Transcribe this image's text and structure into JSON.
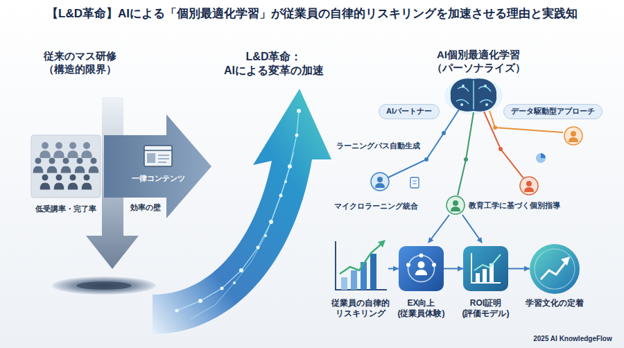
{
  "diagram": {
    "title": "【L&D革命】AIによる「個別最適化学習」が従業員の自律的リスキリングを加速させる理由と実践知",
    "nodes": [
      {
        "text": [
          "低受講率・完了率"
        ]
      },
      {
        "text": [
          "一律コンテンツ",
          "効率の壁"
        ]
      },
      {
        "text": [
          "AIパートナー"
        ]
      },
      {
        "text": [
          "データ駆動型アプローチ"
        ]
      },
      {
        "text": [
          "従業員の自律的 リスキリング"
        ]
      },
      {
        "text": [
          "EX向上 (従業員体験)"
        ]
      },
      {
        "text": [
          "ROI証明 (評価モデル)"
        ]
      },
      {
        "text": [
          "学習文化の定着"
        ]
      }
    ],
    "edges": [
      {
        "from": 4,
        "to": 5,
        "arrow": "to"
      },
      {
        "from": 5,
        "to": 6,
        "arrow": "to"
      },
      {
        "from": 6,
        "to": 7,
        "arrow": "to"
      }
    ],
    "labels": [
      "従来のマス研修 （構造的限界）",
      "L&D革命： AIによる変革の加速",
      "AI個別最適化学習 （パーソナライズ）",
      "ラーニングパス自動生成",
      "マイクロラーニング統合",
      "教育工学に基づく個別指導",
      "2025 AI KnowledgeFlow"
    ]
  }
}
